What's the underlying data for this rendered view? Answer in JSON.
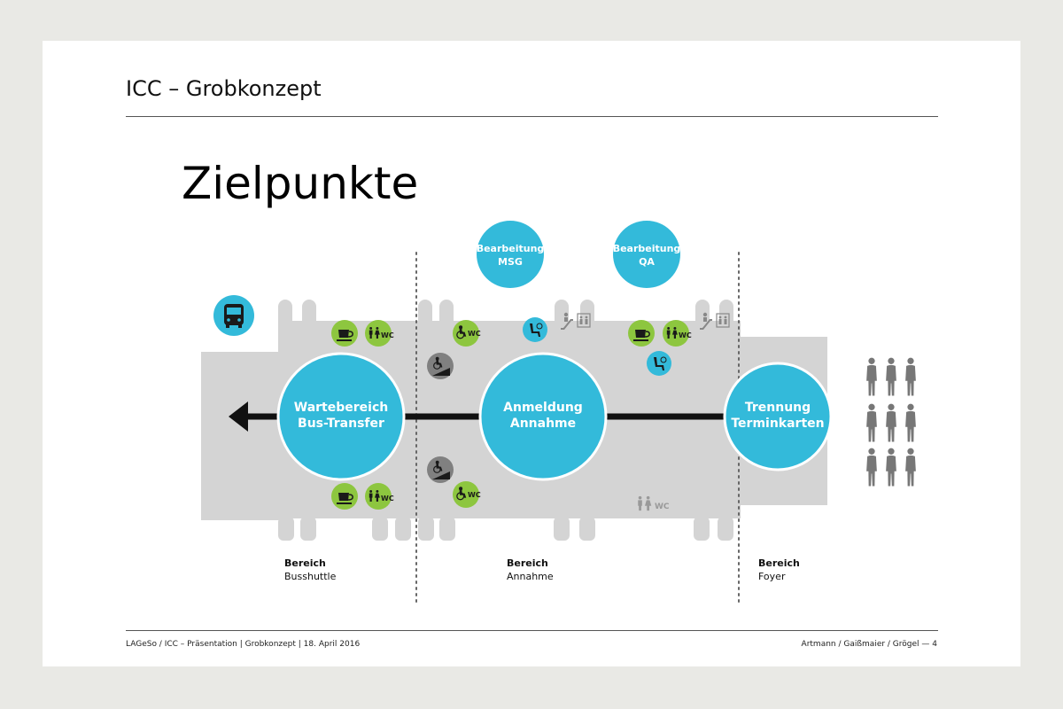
{
  "header": {
    "title": "ICC – Grobkonzept"
  },
  "slide": {
    "title": "Zielpunkte"
  },
  "nodes": {
    "wartebereich": {
      "line1": "Wartebereich",
      "line2": "Bus-Transfer"
    },
    "anmeldung": {
      "line1": "Anmeldung",
      "line2": "Annahme"
    },
    "trennung": {
      "line1": "Trennung",
      "line2": "Terminkarten"
    },
    "msg": {
      "line1": "Bearbeitung",
      "line2": "MSG"
    },
    "qa": {
      "line1": "Bearbeitung",
      "line2": "QA"
    }
  },
  "icons": {
    "wc_label": "WC"
  },
  "zones": [
    {
      "title": "Bereich",
      "subtitle": "Busshuttle"
    },
    {
      "title": "Bereich",
      "subtitle": "Annahme"
    },
    {
      "title": "Bereich",
      "subtitle": "Foyer"
    }
  ],
  "footer": {
    "left": "LAGeSo / ICC – Präsentation | Grobkonzept | 18. April 2016",
    "right": "Artmann / Gaißmaier / Grögel — 4"
  },
  "colors": {
    "blue": "#33bada",
    "green": "#8dc63f",
    "floor": "#d4d4d4",
    "gray_icon": "#808080"
  }
}
